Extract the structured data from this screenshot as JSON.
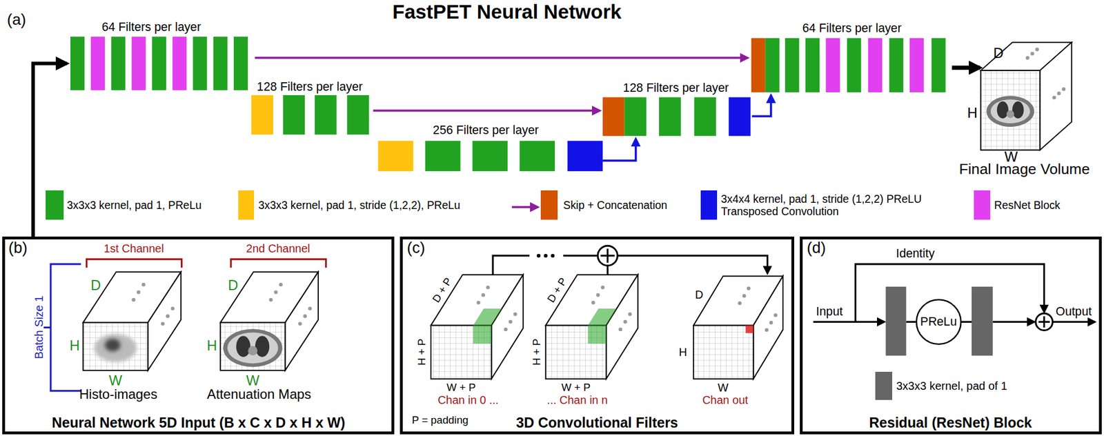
{
  "diagram": {
    "title": "FastPET Neural Network",
    "nodes": [
      {
        "text": [
          "(b)",
          "Neural Network 5D Input (B x C x D x H x W)"
        ]
      },
      {
        "text": [
          "(c)",
          "3D Convolutional Filters"
        ]
      },
      {
        "text": [
          "(d)",
          "Residual (ResNet) Block"
        ]
      },
      {
        "text": [
          "PReLu"
        ],
        "in": 2
      }
    ],
    "labels": [
      "(a)",
      "64 Filters per layer",
      "128 Filters per layer",
      "256 Filters per layer",
      "128 Filters per layer",
      "64 Filters per layer",
      "D",
      "H",
      "W",
      "Final Image Volume",
      "1st Channel",
      "2nd Channel",
      "Batch Size 1",
      "D",
      "H",
      "W",
      "Histo-images",
      "D",
      "H",
      "W",
      "Attenuation Maps",
      "D + P",
      "H + P",
      "W + P",
      "Chan in 0 ...",
      "D + P",
      "H + P",
      "W + P",
      "... Chan in n",
      "D",
      "H",
      "W",
      "Chan out",
      "P = padding",
      "Identity",
      "Input",
      "Output"
    ],
    "legend": [
      {
        "text": "3x3x3 kernel, pad 1, PReLu",
        "color": "#21a321"
      },
      {
        "text": "3x3x3 kernel, pad 1, stride (1,2,2), PReLu",
        "color": "#ffc20e"
      },
      {
        "text": "Skip + Concatenation",
        "color": "#d35400"
      },
      {
        "text": "3x4x4 kernel, pad 1, stride (1,2,2) PReLU Transposed Convolution",
        "color": "#1212e8"
      },
      {
        "text": "ResNet Block",
        "color": "#e13ff0"
      },
      {
        "text": "3x3x3 kernel, pad of 1",
        "color": "#666666"
      }
    ]
  }
}
